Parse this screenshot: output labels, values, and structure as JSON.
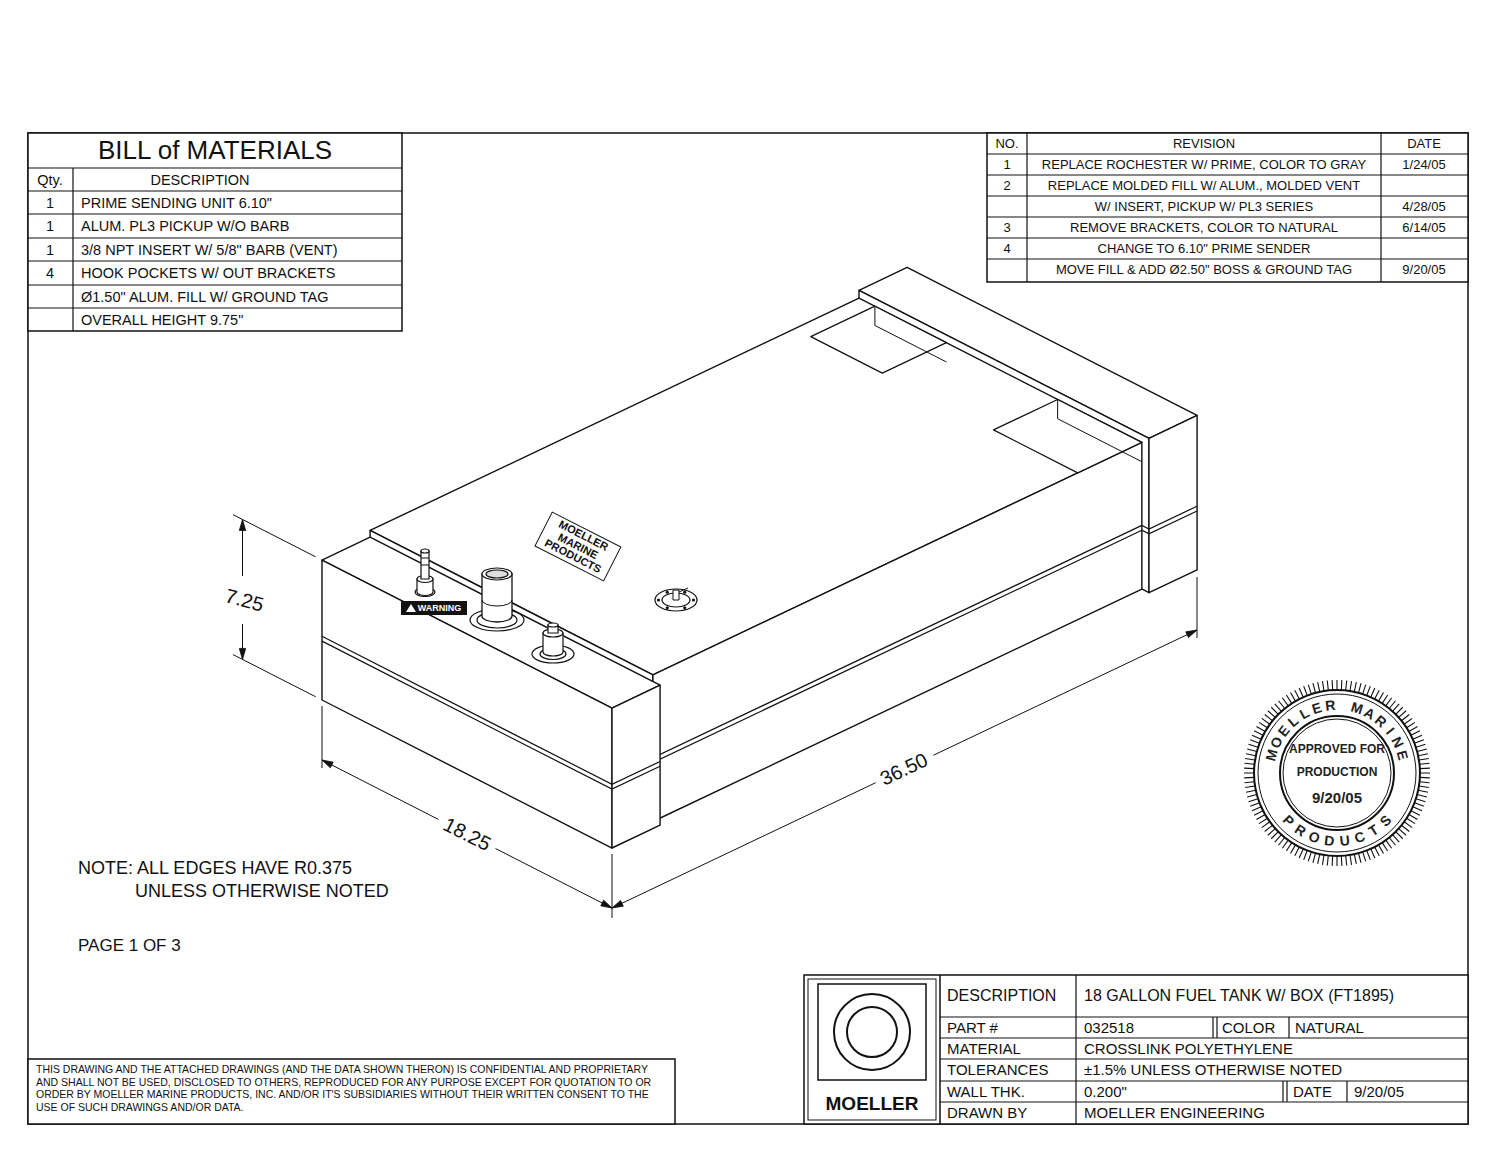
{
  "diagram": {
    "labels": [
      "BILL of MATERIALS",
      "Qty.",
      "DESCRIPTION",
      "1",
      "PRIME SENDING UNIT 6.10\"",
      "1",
      "ALUM. PL3 PICKUP W/O BARB",
      "1",
      "3/8 NPT INSERT W/ 5/8\" BARB (VENT)",
      "4",
      "HOOK POCKETS W/ OUT BRACKETS",
      "Ø1.50\" ALUM. FILL W/ GROUND TAG",
      "OVERALL HEIGHT 9.75\"",
      "NO.",
      "REVISION",
      "DATE",
      "1",
      "REPLACE ROCHESTER W/ PRIME, COLOR TO GRAY",
      "1/24/05",
      "2",
      "REPLACE MOLDED FILL W/ ALUM., MOLDED VENT",
      "W/ INSERT, PICKUP W/ PL3 SERIES",
      "4/28/05",
      "3",
      "REMOVE BRACKETS, COLOR TO NATURAL",
      "6/14/05",
      "4",
      "CHANGE TO 6.10\" PRIME SENDER",
      "MOVE FILL & ADD Ø2.50\" BOSS & GROUND TAG",
      "9/20/05",
      "MOELLER MARINE PRODUCTS",
      "WARNING",
      "7.25",
      "18.25",
      "36.50",
      "NOTE: ALL EDGES HAVE R0.375 UNLESS OTHERWISE NOTED",
      "PAGE 1 OF 3",
      "THIS DRAWING AND THE ATTACHED DRAWINGS (AND THE DATA SHOWN THERON) IS CONFIDENTIAL AND PROPRIETARY AND SHALL NOT BE USED, DISCLOSED TO OTHERS, REPRODUCED FOR ANY PURPOSE EXCEPT FOR QUOTATION TO OR ORDER BY MOELLER MARINE PRODUCTS, INC. AND/OR IT'S SUBSIDIARIES WITHOUT THEIR WRITTEN CONSENT TO THE USE OF SUCH DRAWINGS AND/OR DATA.",
      "MOELLER MARINE",
      "PRODUCTS",
      "APPROVED FOR",
      "PRODUCTION",
      "9/20/05",
      "DESCRIPTION",
      "18 GALLON FUEL TANK W/ BOX (FT1895)",
      "PART #",
      "032518",
      "COLOR",
      "NATURAL",
      "MATERIAL",
      "CROSSLINK POLYETHYLENE",
      "TOLERANCES",
      "±1.5% UNLESS OTHERWISE NOTED",
      "WALL THK.",
      "0.200\"",
      "DATE",
      "9/20/05",
      "DRAWN BY",
      "MOELLER ENGINEERING",
      "MOELLER"
    ]
  }
}
